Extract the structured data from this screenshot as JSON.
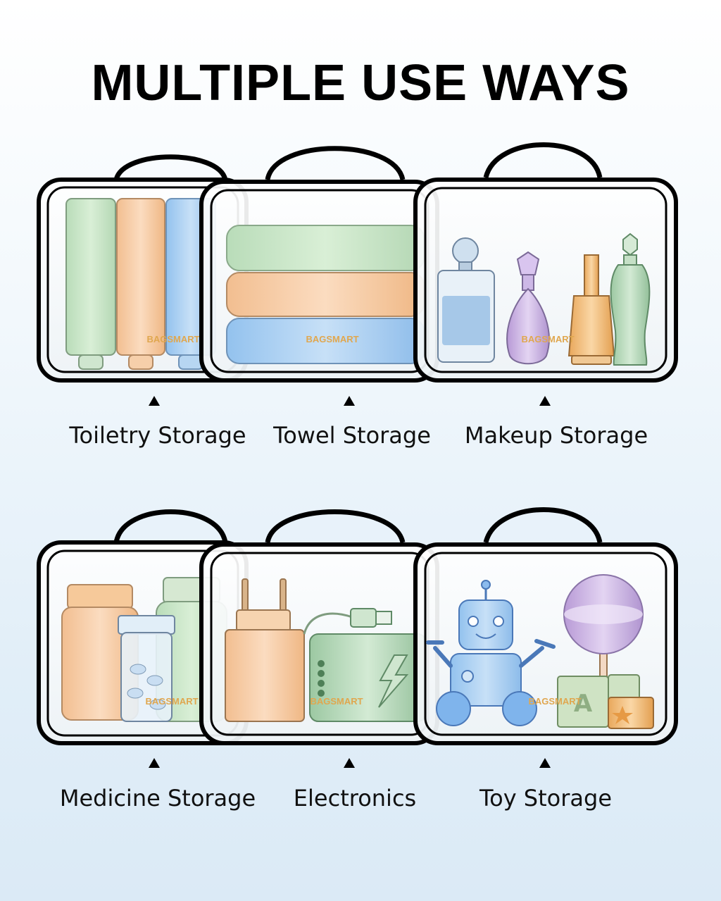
{
  "title": "MULTIPLE USE WAYS",
  "brand": "BAGSMART",
  "uses": [
    {
      "label": "Toiletry Storage"
    },
    {
      "label": "Towel Storage"
    },
    {
      "label": "Makeup Storage"
    },
    {
      "label": "Medicine Storage"
    },
    {
      "label": "Electronics"
    },
    {
      "label": "Toy Storage"
    }
  ],
  "colors": {
    "bag_outline": "#000000",
    "brand_text": "#e0a74f",
    "mint": "#c4e3c4",
    "peach": "#f7c89c",
    "sky": "#a9cff0",
    "lilac": "#cbb4e0"
  }
}
